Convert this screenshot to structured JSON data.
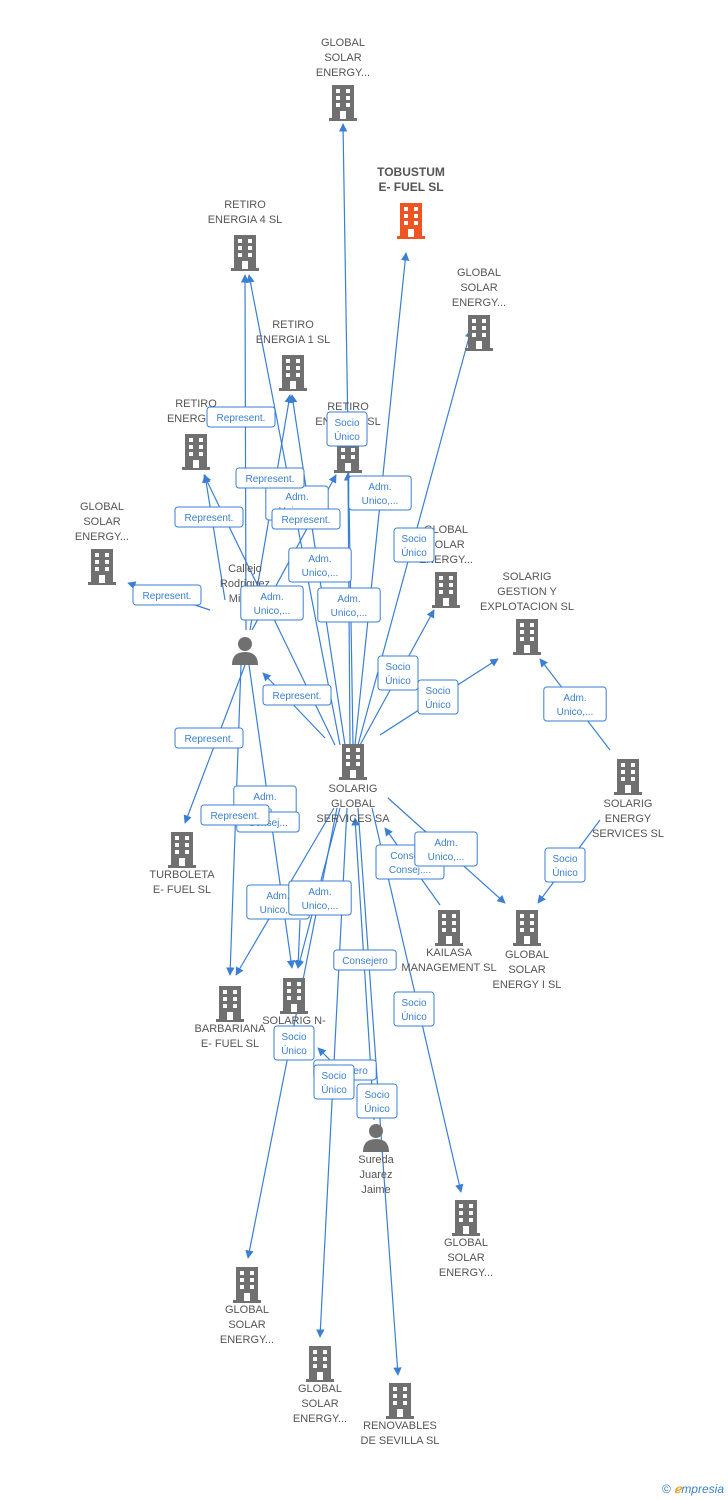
{
  "colors": {
    "edge": "#3a7fd4",
    "building": "#707070",
    "building_highlight": "#ee5522",
    "person": "#707070"
  },
  "nodes": [
    {
      "id": "gse_top",
      "type": "company",
      "lines": [
        "GLOBAL",
        "SOLAR",
        "ENERGY..."
      ]
    },
    {
      "id": "tobustum",
      "type": "company",
      "highlight": true,
      "lines": [
        "TOBUSTUM",
        "E- FUEL  SL"
      ]
    },
    {
      "id": "retiro4",
      "type": "company",
      "lines": [
        "RETIRO",
        "ENERGIA 4  SL"
      ]
    },
    {
      "id": "gse_right1",
      "type": "company",
      "lines": [
        "GLOBAL",
        "SOLAR",
        "ENERGY..."
      ]
    },
    {
      "id": "retiro1",
      "type": "company",
      "lines": [
        "RETIRO",
        "ENERGIA 1  SL"
      ]
    },
    {
      "id": "retiro3",
      "type": "company",
      "lines": [
        "RETIRO",
        "ENERGIA 3"
      ]
    },
    {
      "id": "retiro_x",
      "type": "company",
      "lines": [
        "RETIRO",
        "ENERGIA  SL"
      ]
    },
    {
      "id": "gse_left",
      "type": "company",
      "lines": [
        "GLOBAL",
        "SOLAR",
        "ENERGY..."
      ]
    },
    {
      "id": "gse_mid",
      "type": "company",
      "lines": [
        "GLOBAL",
        "SOLAR",
        "ENERGY..."
      ]
    },
    {
      "id": "solarig_gestion",
      "type": "company",
      "lines": [
        "SOLARIG",
        "GESTION Y",
        "EXPLOTACION SL"
      ]
    },
    {
      "id": "callejo",
      "type": "person",
      "lines": [
        "Callejo",
        "Rodriguez",
        "Miguel"
      ]
    },
    {
      "id": "solarig_global",
      "type": "company",
      "lines": [
        "SOLARIG",
        "GLOBAL",
        "SERVICES SA"
      ]
    },
    {
      "id": "solarig_energy",
      "type": "company",
      "lines": [
        "SOLARIG",
        "ENERGY",
        "SERVICES  SL"
      ]
    },
    {
      "id": "turboleta",
      "type": "company",
      "lines": [
        "TURBOLETA",
        "E- FUEL  SL"
      ]
    },
    {
      "id": "kailasa",
      "type": "company",
      "lines": [
        "KAILASA",
        "MANAGEMENT SL"
      ]
    },
    {
      "id": "gse_i",
      "type": "company",
      "lines": [
        "GLOBAL",
        "SOLAR",
        "ENERGY I  SL"
      ]
    },
    {
      "id": "barbariana",
      "type": "company",
      "lines": [
        "BARBARIANA",
        "E- FUEL  SL"
      ]
    },
    {
      "id": "solarig_n",
      "type": "company",
      "lines": [
        "SOLARIG N-",
        "CENTA"
      ]
    },
    {
      "id": "sureda",
      "type": "person",
      "lines": [
        "Sureda",
        "Juarez",
        "Jaime"
      ]
    },
    {
      "id": "gse_bot_right",
      "type": "company",
      "lines": [
        "GLOBAL",
        "SOLAR",
        "ENERGY..."
      ]
    },
    {
      "id": "gse_bot_left",
      "type": "company",
      "lines": [
        "GLOBAL",
        "SOLAR",
        "ENERGY..."
      ]
    },
    {
      "id": "gse_bot_mid",
      "type": "company",
      "lines": [
        "GLOBAL",
        "SOLAR",
        "ENERGY..."
      ]
    },
    {
      "id": "renovables",
      "type": "company",
      "lines": [
        "RENOVABLES",
        "DE SEVILLA  SL"
      ]
    }
  ],
  "edge_labels": [
    {
      "id": "l1",
      "lines": [
        "Represent."
      ]
    },
    {
      "id": "l2",
      "lines": [
        "Socio",
        "Único"
      ]
    },
    {
      "id": "l3",
      "lines": [
        "Represent."
      ]
    },
    {
      "id": "l4",
      "lines": [
        "Adm.",
        "Unico,..."
      ]
    },
    {
      "id": "l5",
      "lines": [
        "Adm.",
        "Unico,..."
      ]
    },
    {
      "id": "l6",
      "lines": [
        "Represent."
      ]
    },
    {
      "id": "l7",
      "lines": [
        "Represent."
      ]
    },
    {
      "id": "l8",
      "lines": [
        "Socio",
        "Único"
      ]
    },
    {
      "id": "l9",
      "lines": [
        "Adm.",
        "Unico,..."
      ]
    },
    {
      "id": "l10",
      "lines": [
        "Represent."
      ]
    },
    {
      "id": "l11",
      "lines": [
        "Adm.",
        "Unico,..."
      ]
    },
    {
      "id": "l12",
      "lines": [
        "Adm.",
        "Unico,..."
      ]
    },
    {
      "id": "l13",
      "lines": [
        "Socio",
        "Único"
      ]
    },
    {
      "id": "l14",
      "lines": [
        "Socio",
        "Único"
      ]
    },
    {
      "id": "l15",
      "lines": [
        "Adm.",
        "Unico,..."
      ]
    },
    {
      "id": "l16",
      "lines": [
        "Represent."
      ]
    },
    {
      "id": "l17",
      "lines": [
        "Represent."
      ]
    },
    {
      "id": "l18",
      "lines": [
        "Adm.",
        "Unico,..."
      ]
    },
    {
      "id": "l19",
      "lines": [
        "Consej..."
      ]
    },
    {
      "id": "l20",
      "lines": [
        "Represent."
      ]
    },
    {
      "id": "l21",
      "lines": [
        "Socio",
        "Único"
      ]
    },
    {
      "id": "l22",
      "lines": [
        "Consej...",
        "Consej...."
      ]
    },
    {
      "id": "l23",
      "lines": [
        "Adm.",
        "Unico,..."
      ]
    },
    {
      "id": "l24",
      "lines": [
        "Adm.",
        "Unico,..."
      ]
    },
    {
      "id": "l25",
      "lines": [
        "Adm.",
        "Unico,..."
      ]
    },
    {
      "id": "l26",
      "lines": [
        "Consejero"
      ]
    },
    {
      "id": "l27",
      "lines": [
        "Socio",
        "Único"
      ]
    },
    {
      "id": "l28",
      "lines": [
        "Socio",
        "Único"
      ]
    },
    {
      "id": "l29",
      "lines": [
        "Consejero"
      ]
    },
    {
      "id": "l30",
      "lines": [
        "Socio",
        "Único"
      ]
    },
    {
      "id": "l31",
      "lines": [
        "Socio",
        "Único"
      ]
    }
  ],
  "footer": {
    "copyright": "©",
    "brand_e": "ℯ",
    "brand": "mpresia"
  }
}
